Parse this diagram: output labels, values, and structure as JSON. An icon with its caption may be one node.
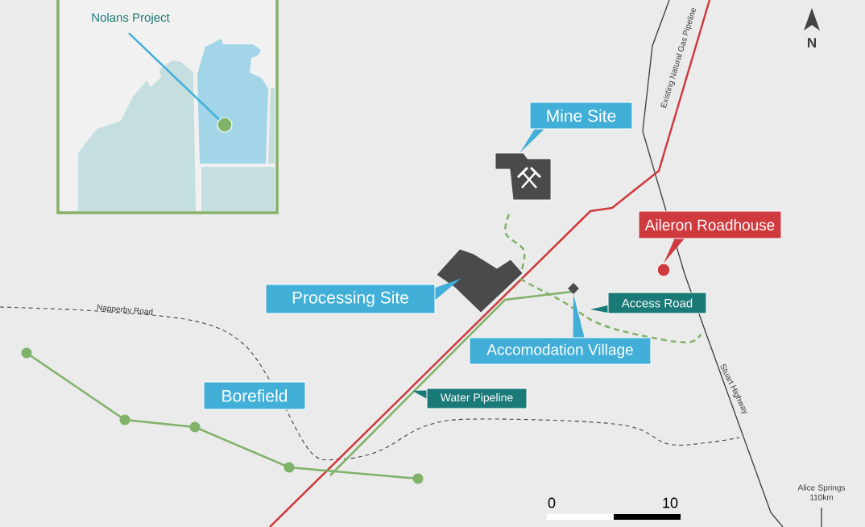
{
  "diagram": {
    "nodes": [
      {
        "text": [
          "Nolans Project"
        ]
      },
      {
        "text": [],
        "shape": "circle"
      },
      {
        "text": [
          "Mine Site"
        ]
      },
      {
        "text": [],
        "shape": "polygon"
      },
      {
        "text": [
          "Processing Site"
        ]
      },
      {
        "text": [],
        "shape": "polygon"
      },
      {
        "text": [
          "Aileron Roadhouse"
        ]
      },
      {
        "text": [],
        "shape": "circle"
      },
      {
        "text": [
          "Access Road"
        ]
      },
      {
        "text": [
          "Accomodation Village"
        ]
      },
      {
        "text": [],
        "shape": "diamond"
      },
      {
        "text": [
          "Water Pipeline"
        ]
      },
      {
        "text": [
          "Borefield"
        ]
      }
    ],
    "edges": [
      {
        "from": 0,
        "to": 1,
        "arrow": "none"
      },
      {
        "from": 2,
        "to": 3,
        "arrow": "to"
      },
      {
        "from": 4,
        "to": 5,
        "arrow": "to"
      },
      {
        "from": 6,
        "to": 7,
        "arrow": "to",
        "color": "#cf3a3f"
      },
      {
        "from": 8,
        "to": null,
        "arrow": "to",
        "color": "#1a7a78"
      },
      {
        "from": 9,
        "to": 10,
        "arrow": "to"
      },
      {
        "from": 11,
        "to": null,
        "arrow": "to",
        "color": "#1a7a78"
      }
    ],
    "labels": [
      "N",
      "Existing Natural Gas Pipeline",
      "Napperby Road",
      "Stuart Highway",
      "Alice Springs 110km",
      "0",
      "10"
    ]
  }
}
